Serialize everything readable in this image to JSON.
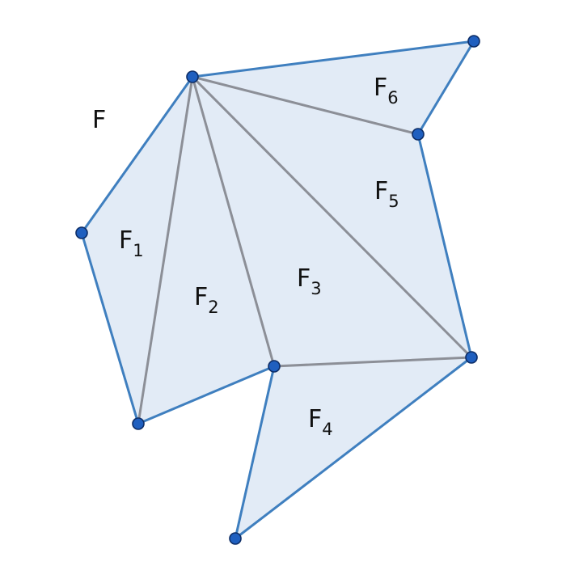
{
  "diagram": {
    "outer_face_label": "F",
    "faces": [
      {
        "letter": "F",
        "subscript": "1"
      },
      {
        "letter": "F",
        "subscript": "2"
      },
      {
        "letter": "F",
        "subscript": "3"
      },
      {
        "letter": "F",
        "subscript": "4"
      },
      {
        "letter": "F",
        "subscript": "5"
      },
      {
        "letter": "F",
        "subscript": "6"
      }
    ],
    "vertex_count": 8,
    "colors": {
      "face_fill": "#e2ebf6",
      "boundary_edge": "#3f7fbf",
      "interior_edge": "#8c8f97",
      "vertex_fill": "#1f5fbf",
      "vertex_outline": "#0d2d66"
    }
  }
}
